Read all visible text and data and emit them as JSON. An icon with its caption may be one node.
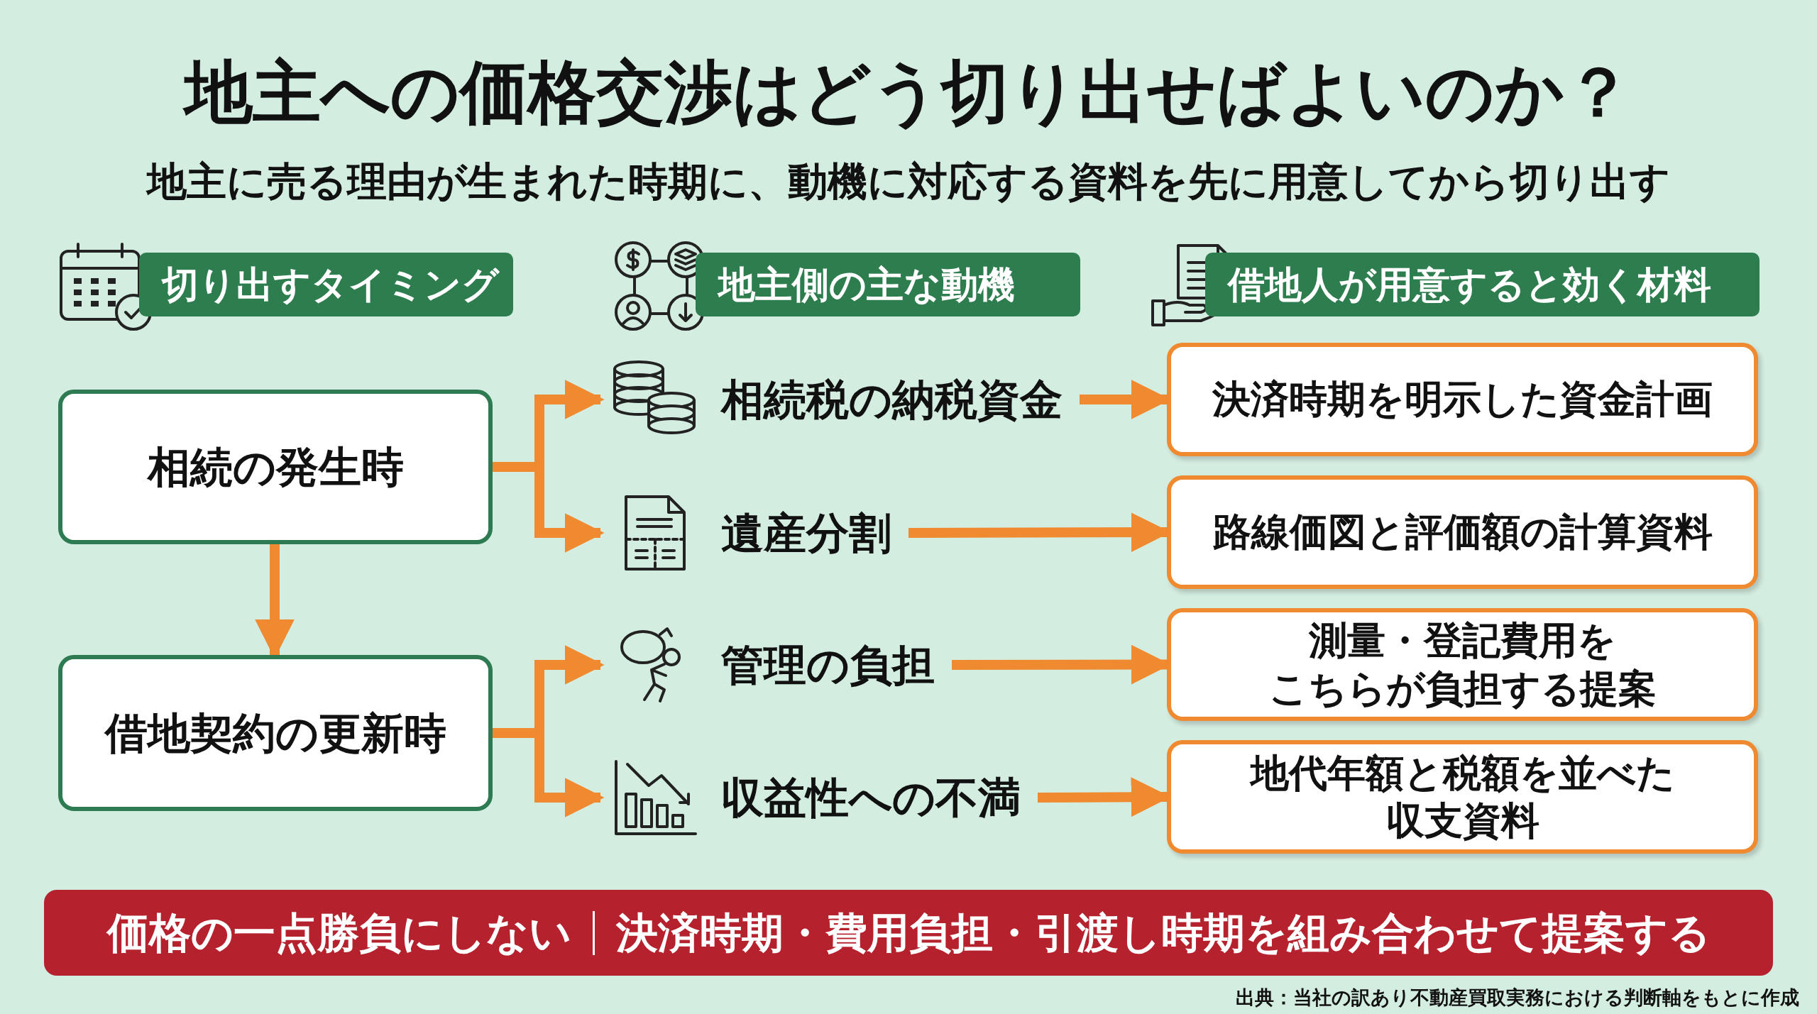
{
  "diagram": {
    "title": "地主への価格交渉はどう切り出せばよいのか？",
    "caption": "出典：当社の訳あり不動産買取実務における判断軸をもとに作成",
    "nodes": [
      {
        "text": [
          "切り出すタイミング"
        ]
      },
      {
        "text": [
          "地主側の主な動機"
        ]
      },
      {
        "text": [
          "借地人が用意すると効く材料"
        ]
      },
      {
        "text": [
          "相続の発生時"
        ]
      },
      {
        "text": [
          "借地契約の更新時"
        ]
      },
      {
        "text": [
          "相続税の納税資金"
        ]
      },
      {
        "text": [
          "遺産分割"
        ]
      },
      {
        "text": [
          "管理の負担"
        ]
      },
      {
        "text": [
          "収益性への不満"
        ]
      },
      {
        "text": [
          "決済時期を明示した資金計画"
        ]
      },
      {
        "text": [
          "路線価図と評価額の計算資料"
        ]
      },
      {
        "text": [
          "測量・登記費用をこちらが負担する提案"
        ]
      },
      {
        "text": [
          "地代年額と税額を並べた収支資料"
        ]
      },
      {
        "text": [
          "価格の一点勝負にしない",
          "決済時期・費用負担・引渡し時期を組み合わせて提案する"
        ]
      }
    ],
    "edges": [
      {
        "from": 3,
        "to": 4,
        "arrow": "to"
      },
      {
        "from": 3,
        "to": 5,
        "arrow": "to"
      },
      {
        "from": 3,
        "to": 6,
        "arrow": "to"
      },
      {
        "from": 4,
        "to": 7,
        "arrow": "to"
      },
      {
        "from": 4,
        "to": 8,
        "arrow": "to"
      },
      {
        "from": 5,
        "to": 9,
        "arrow": "to"
      },
      {
        "from": 6,
        "to": 10,
        "arrow": "to"
      },
      {
        "from": 7,
        "to": 11,
        "arrow": "to"
      },
      {
        "from": 8,
        "to": 12,
        "arrow": "to"
      }
    ],
    "labels": [
      "地主に売る理由が生まれた時期に、動機に対応する資料を先に用意してから切り出す"
    ]
  }
}
